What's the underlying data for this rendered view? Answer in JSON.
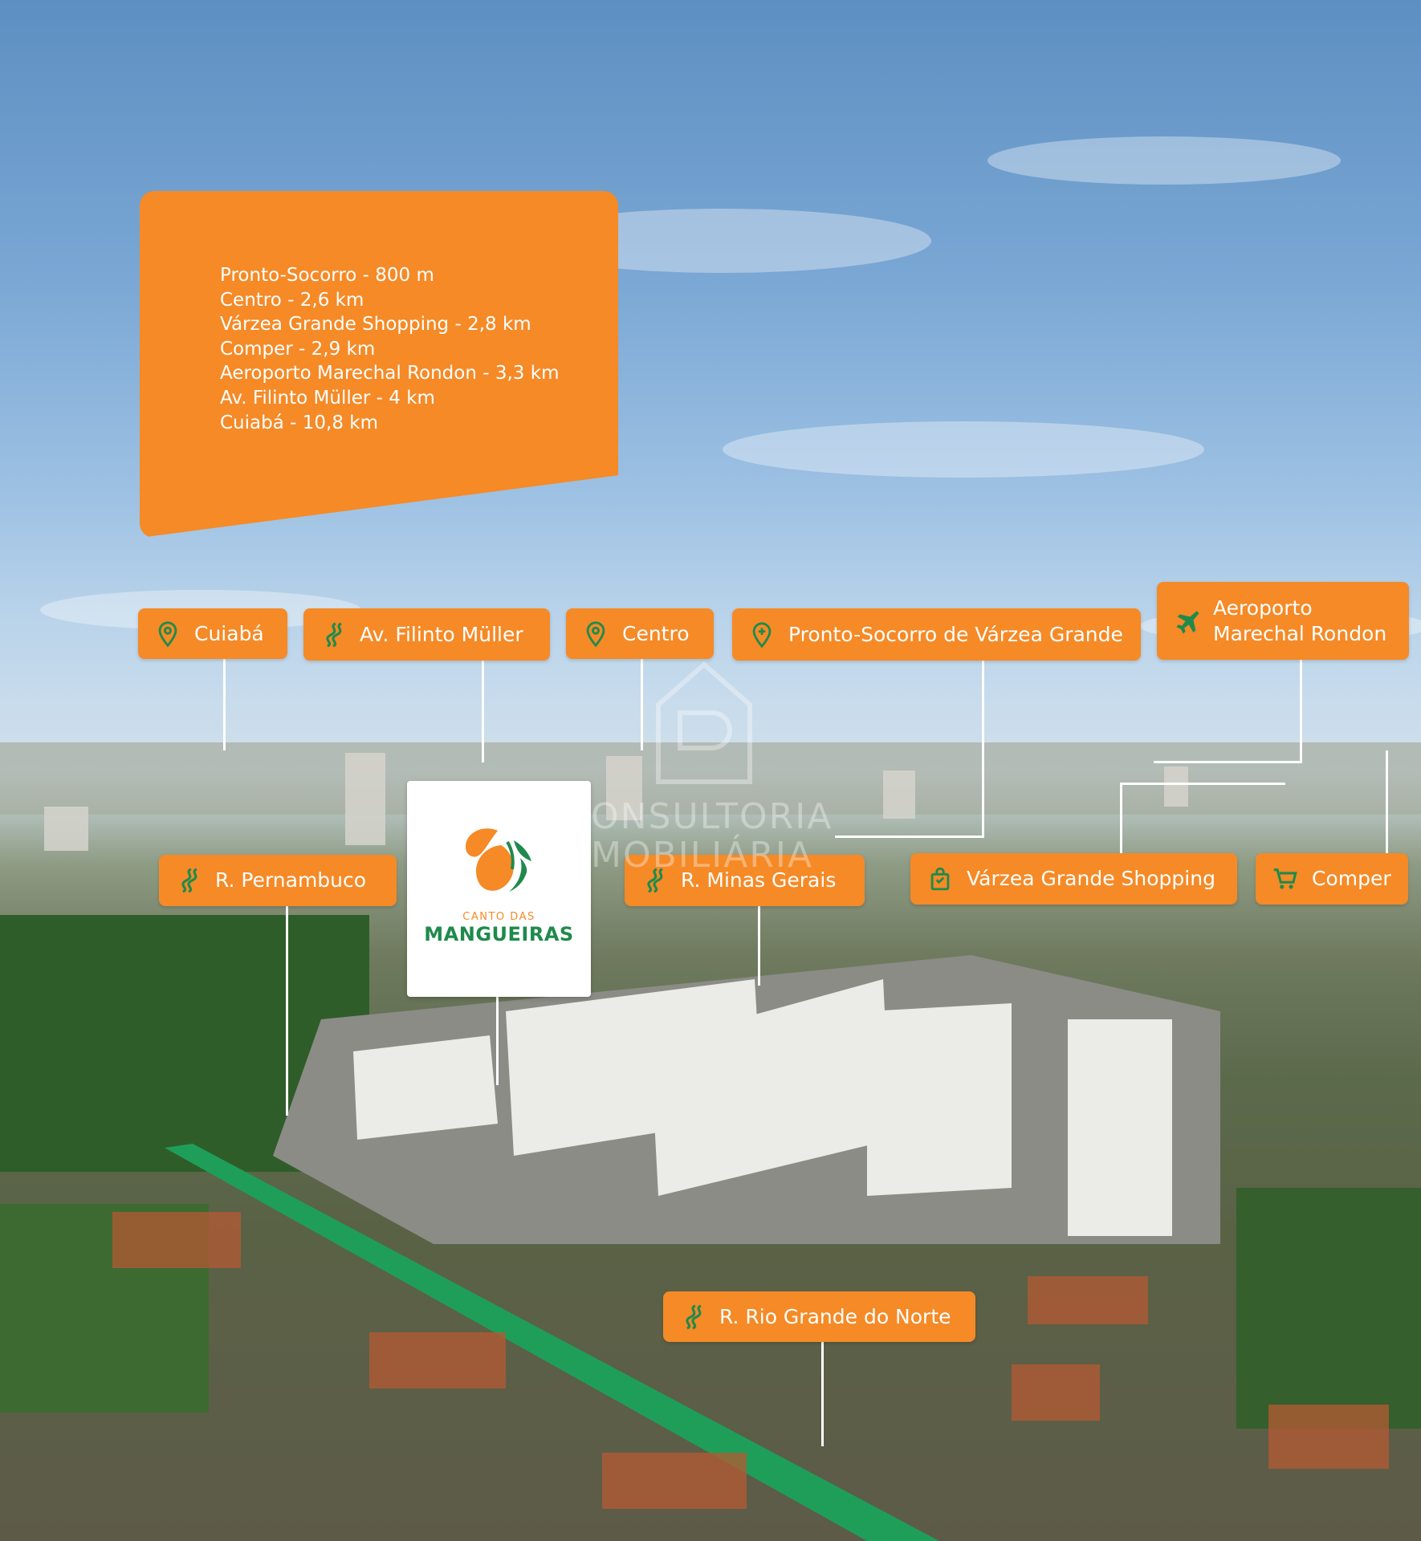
{
  "info_panel": {
    "distances": [
      "Pronto-Socorro - 800 m",
      "Centro - 2,6 km",
      "Várzea Grande Shopping - 2,8 km",
      "Comper - 2,9 km",
      "Aeroporto Marechal Rondon - 3,3 km",
      "Av. Filinto Müller - 4 km",
      "Cuiabá - 10,8 km"
    ]
  },
  "tags": {
    "cuiaba": "Cuiabá",
    "filinto_muller": "Av. Filinto Müller",
    "centro": "Centro",
    "pronto_socorro": "Pronto-Socorro de Várzea Grande",
    "aeroporto_line1": "Aeroporto",
    "aeroporto_line2": "Marechal Rondon",
    "pernambuco": "R. Pernambuco",
    "minas_gerais": "R. Minas Gerais",
    "varzea_shopping": "Várzea Grande Shopping",
    "comper": "Comper",
    "rio_grande_norte": "R. Rio Grande do Norte"
  },
  "logo": {
    "top_text": "CANTO DAS",
    "main_text": "MANGUEIRAS"
  },
  "watermark": {
    "line1": "ONSULTORIA",
    "line2": "MOBILIÁRIA"
  },
  "colors": {
    "accent": "#f58a27",
    "brand_green": "#1f8a4c"
  }
}
